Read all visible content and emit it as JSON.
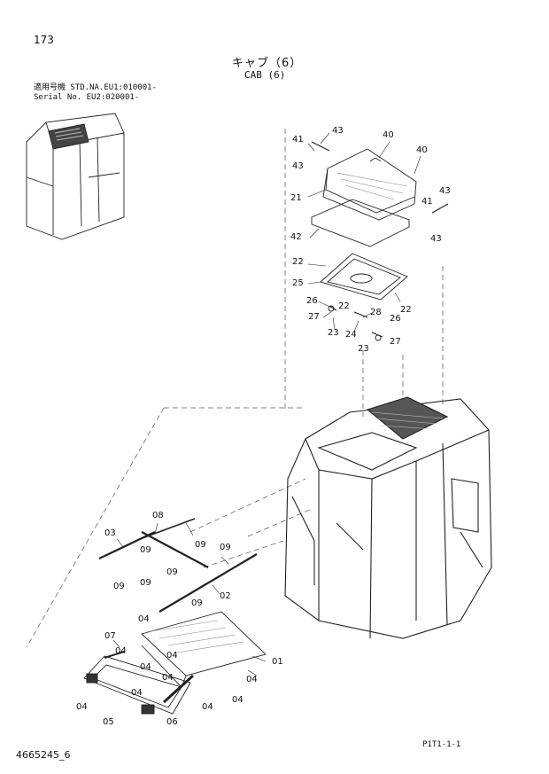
{
  "page_number": "173",
  "title_jp": "キャブ（6）",
  "title_en": "CAB (6)",
  "serial_lines": [
    "適用号機 STD.NA.EU1:010001-",
    "Serial No.       EU2:020001-"
  ],
  "doc_id": "4665245_6",
  "page_code": "P1T1-1-1",
  "callouts": [
    {
      "label": "43",
      "name": "callout-43-a"
    },
    {
      "label": "40",
      "name": "callout-40-a"
    },
    {
      "label": "41",
      "name": "callout-41-a"
    },
    {
      "label": "40",
      "name": "callout-40-b"
    },
    {
      "label": "43",
      "name": "callout-43-b"
    },
    {
      "label": "21",
      "name": "callout-21"
    },
    {
      "label": "43",
      "name": "callout-43-c"
    },
    {
      "label": "41",
      "name": "callout-41-b"
    },
    {
      "label": "42",
      "name": "callout-42"
    },
    {
      "label": "43",
      "name": "callout-43-d"
    },
    {
      "label": "22",
      "name": "callout-22-a"
    },
    {
      "label": "25",
      "name": "callout-25"
    },
    {
      "label": "22",
      "name": "callout-22-b"
    },
    {
      "label": "26",
      "name": "callout-26-a"
    },
    {
      "label": "22",
      "name": "callout-22-c"
    },
    {
      "label": "27",
      "name": "callout-27-a"
    },
    {
      "label": "28",
      "name": "callout-28"
    },
    {
      "label": "26",
      "name": "callout-26-b"
    },
    {
      "label": "23",
      "name": "callout-23-a"
    },
    {
      "label": "24",
      "name": "callout-24"
    },
    {
      "label": "27",
      "name": "callout-27-b"
    },
    {
      "label": "23",
      "name": "callout-23-b"
    },
    {
      "label": "08",
      "name": "callout-08"
    },
    {
      "label": "03",
      "name": "callout-03"
    },
    {
      "label": "09",
      "name": "callout-09-a"
    },
    {
      "label": "09",
      "name": "callout-09-b"
    },
    {
      "label": "09",
      "name": "callout-09-c"
    },
    {
      "label": "09",
      "name": "callout-09-d"
    },
    {
      "label": "09",
      "name": "callout-09-e"
    },
    {
      "label": "09",
      "name": "callout-09-f"
    },
    {
      "label": "09",
      "name": "callout-09-g"
    },
    {
      "label": "02",
      "name": "callout-02"
    },
    {
      "label": "04",
      "name": "callout-04-a"
    },
    {
      "label": "07",
      "name": "callout-07"
    },
    {
      "label": "01",
      "name": "callout-01"
    },
    {
      "label": "04",
      "name": "callout-04-b"
    },
    {
      "label": "04",
      "name": "callout-04-c"
    },
    {
      "label": "04",
      "name": "callout-04-d"
    },
    {
      "label": "04",
      "name": "callout-04-e"
    },
    {
      "label": "04",
      "name": "callout-04-f"
    },
    {
      "label": "04",
      "name": "callout-04-g"
    },
    {
      "label": "04",
      "name": "callout-04-h"
    },
    {
      "label": "04",
      "name": "callout-04-i"
    },
    {
      "label": "05",
      "name": "callout-05"
    },
    {
      "label": "06",
      "name": "callout-06"
    },
    {
      "label": "04",
      "name": "callout-04-j"
    }
  ]
}
